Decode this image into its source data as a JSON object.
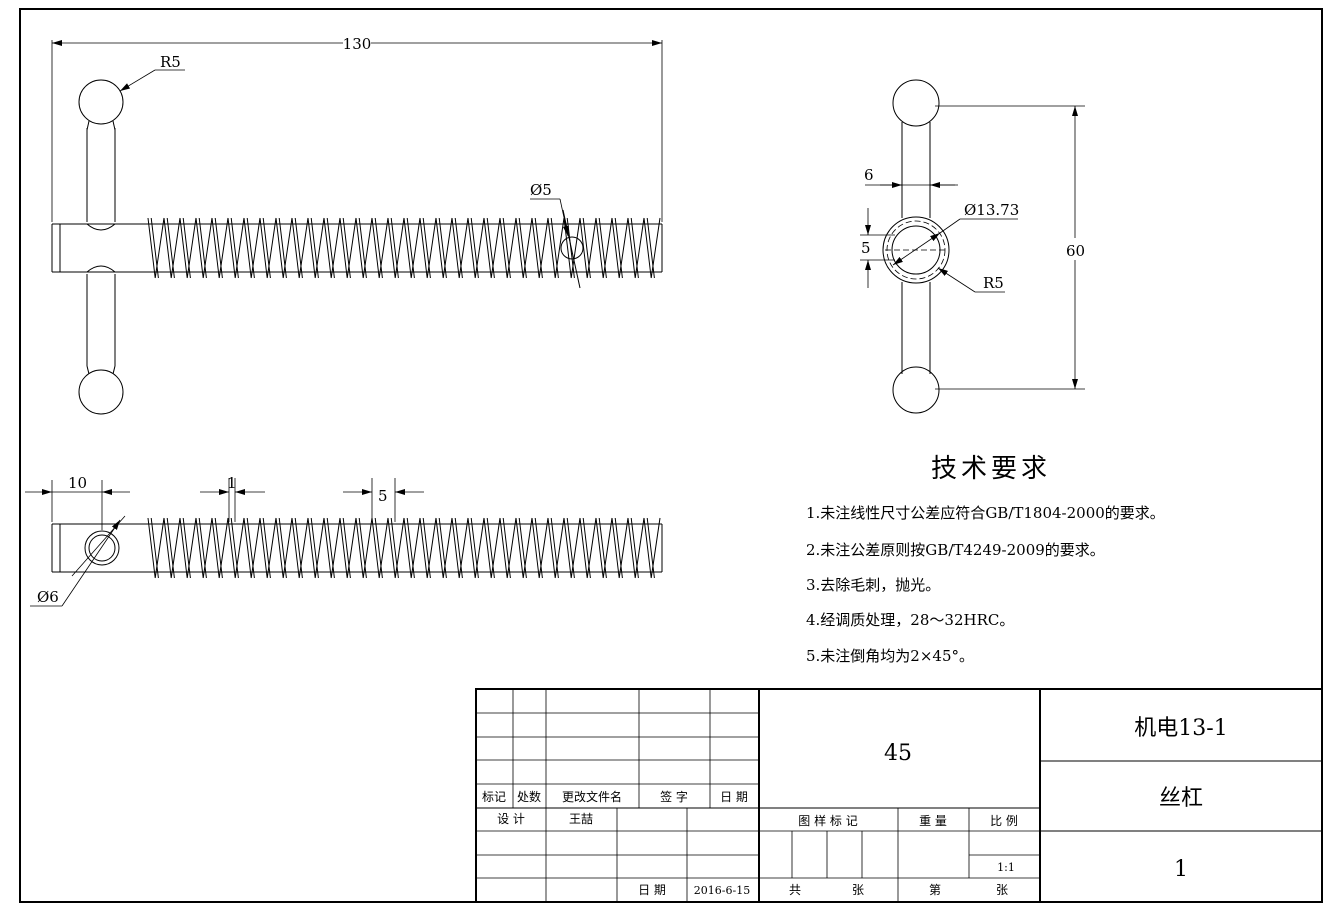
{
  "views": {
    "front": {
      "dim_length": "130",
      "dim_ball_radius": "R5",
      "dim_hole_dia": "Ø5"
    },
    "side": {
      "dim_handle_dia": "6",
      "dim_thread_od": "Ø13.73",
      "dim_small": "5",
      "dim_radius": "R5",
      "dim_height": "60"
    },
    "top": {
      "dim_offset": "10",
      "dim_pitch_a": "1",
      "dim_pitch_b": "5",
      "dim_hole_dia": "Ø6"
    }
  },
  "tech_requirements": {
    "title": "技术要求",
    "items": [
      "1.未注线性尺寸公差应符合GB/T1804-2000的要求。",
      "2.未注公差原则按GB/T4249-2009的要求。",
      "3.去除毛刺，抛光。",
      "4.经调质处理，28～32HRC。",
      "5.未注倒角均为2×45°。"
    ]
  },
  "title_block": {
    "rev_headers": [
      "标记",
      "处数",
      "更改文件名",
      "签 字",
      "日 期"
    ],
    "design_label": "设 计",
    "designer": "王喆",
    "date_label": "日 期",
    "date": "2016-6-15",
    "material": "45",
    "pattern_mark_label": "图 样 标 记",
    "weight_label": "重 量",
    "scale_label": "比 例",
    "scale": "1:1",
    "total_label": "共",
    "sheets_label": "张",
    "sheet_no_label": "第",
    "sheets_label2": "张",
    "drawing_code": "机电13-1",
    "part_name": "丝杠",
    "quantity": "1"
  }
}
